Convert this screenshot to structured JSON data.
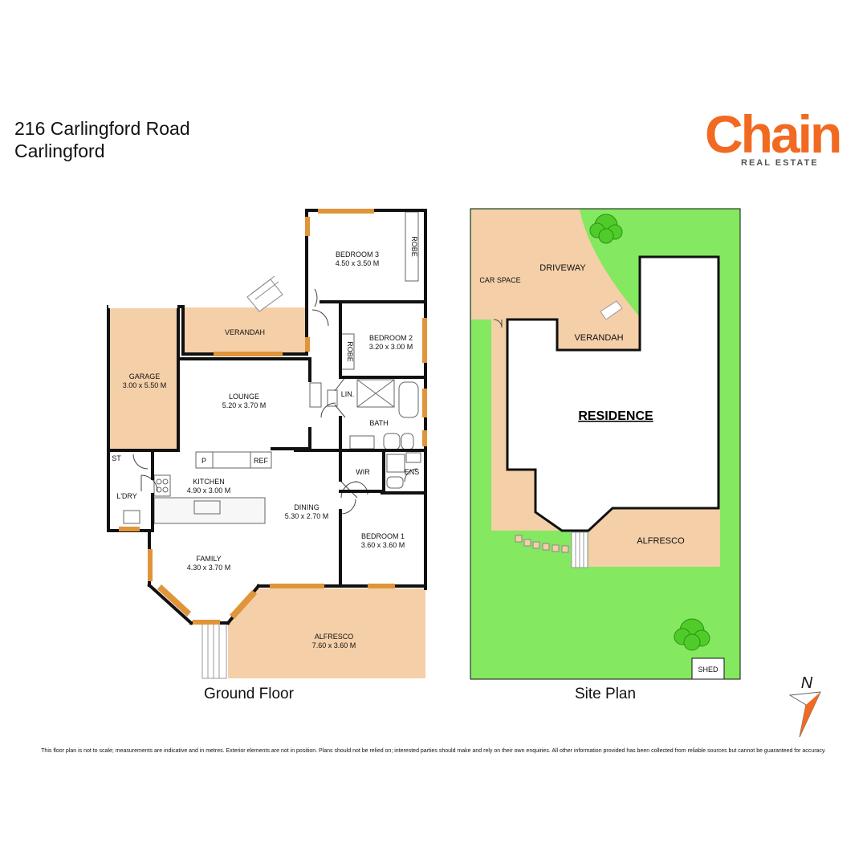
{
  "header": {
    "address_line1": "216 Carlingford Road",
    "address_line2": "Carlingford"
  },
  "logo": {
    "word": "Chain",
    "sub": "REAL ESTATE",
    "color": "#f26a21"
  },
  "ground_floor": {
    "caption": "Ground Floor",
    "rooms": {
      "bedroom3": {
        "name": "BEDROOM 3",
        "size": "4.50 x 3.50 M"
      },
      "robe_b3": "ROBE",
      "verandah": "VERANDAH",
      "bedroom2": {
        "name": "BEDROOM 2",
        "size": "3.20 x 3.00 M"
      },
      "robe_b2": "ROBE",
      "garage": {
        "name": "GARAGE",
        "size": "3.00 x 5.50 M"
      },
      "lounge": {
        "name": "LOUNGE",
        "size": "5.20 x 3.70 M"
      },
      "lin": "LIN.",
      "bath": "BATH",
      "st": "ST",
      "pantry": "P",
      "ref": "REF",
      "kitchen": {
        "name": "KITCHEN",
        "size": "4.90 x 3.00 M"
      },
      "wir": "WIR",
      "ens": "ENS",
      "laundry": "L'DRY",
      "dining": {
        "name": "DINING",
        "size": "5.30 x 2.70 M"
      },
      "bedroom1": {
        "name": "BEDROOM 1",
        "size": "3.60 x 3.60 M"
      },
      "family": {
        "name": "FAMILY",
        "size": "4.30 x 3.70 M"
      },
      "alfresco": {
        "name": "ALFRESCO",
        "size": "7.60 x 3.60 M"
      }
    }
  },
  "site_plan": {
    "caption": "Site Plan",
    "labels": {
      "car_space": "CAR SPACE",
      "driveway": "DRIVEWAY",
      "verandah": "VERANDAH",
      "residence": "RESIDENCE",
      "alfresco": "ALFRESCO",
      "shed": "SHED"
    }
  },
  "compass": {
    "label": "N"
  },
  "colors": {
    "paving": "#f4cfa8",
    "lawn": "#84e860",
    "window": "#e0953a",
    "wall": "#111111",
    "tree": "#4fcc2a"
  },
  "disclaimer": "This floor plan is not to scale; measurements are indicative and in metres. Exterior elements are not in position. Plans should not be relied on; interested parties should make and rely on their own enquiries. All other information provided has been collected from reliable sources but cannot be guaranteed for accuracy."
}
